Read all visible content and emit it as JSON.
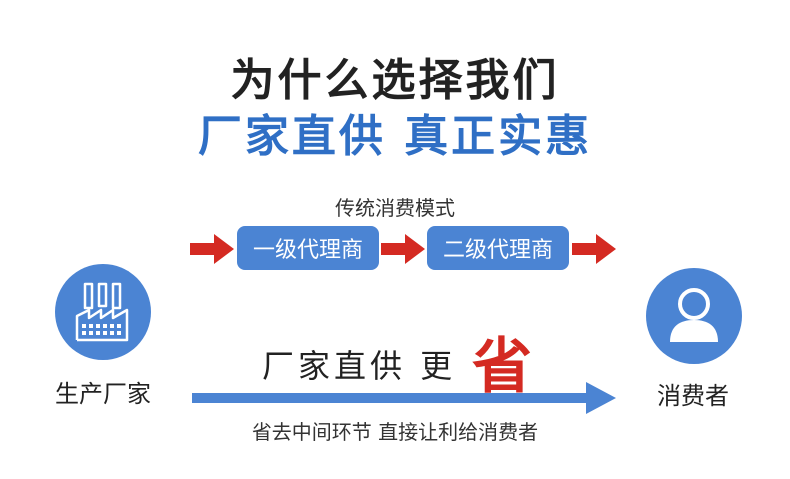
{
  "title": "为什么选择我们",
  "subtitle": "厂家直供 真正实惠",
  "traditional": {
    "label": "传统消费模式",
    "first_agent": "一级代理商",
    "second_agent": "二级代理商"
  },
  "producer_label": "生产厂家",
  "consumer_label": "消费者",
  "direct": {
    "text": "厂家直供 更",
    "emphasis": "省"
  },
  "note": "省去中间环节 直接让利给消费者",
  "colors": {
    "primary_blue": "#4b84d3",
    "title_blue": "#2f6fc5",
    "arrow_red": "#d42a22",
    "text_dark": "#222222"
  },
  "icons": {
    "producer": "factory-icon",
    "consumer": "person-icon",
    "flow": "arrow-right-icon"
  }
}
